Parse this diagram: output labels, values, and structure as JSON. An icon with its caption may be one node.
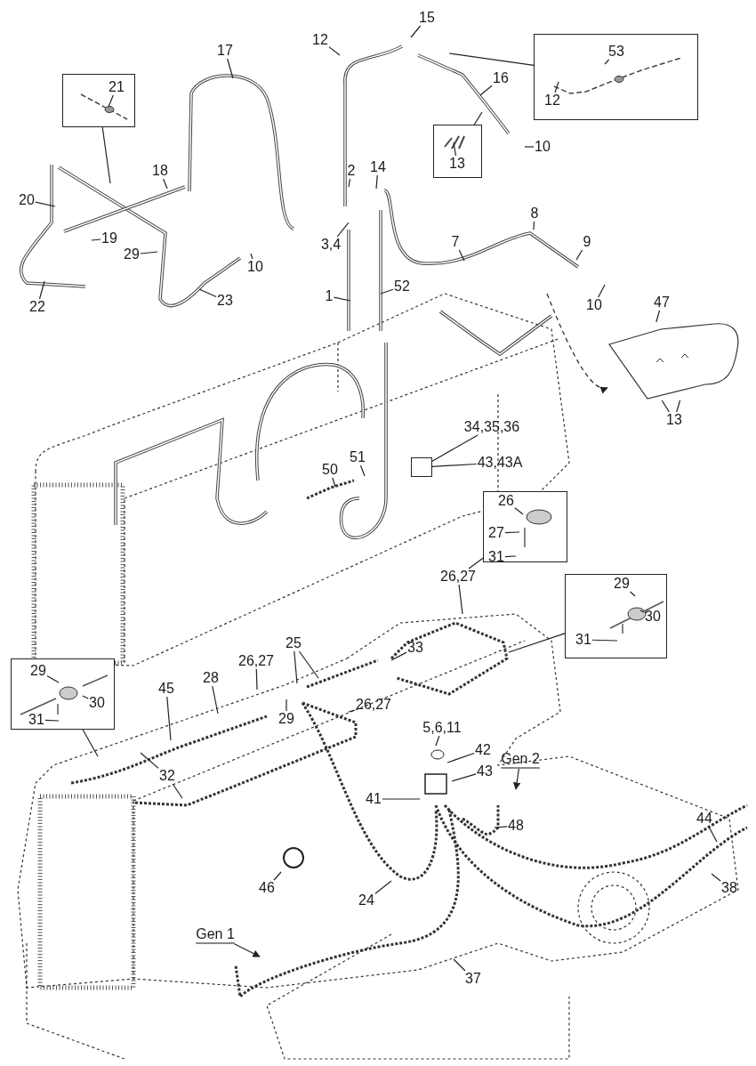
{
  "diagram": {
    "nodes": [
      {
        "text": [
          "15"
        ]
      },
      {
        "text": [
          "12"
        ]
      },
      {
        "text": [
          "17"
        ]
      },
      {
        "text": [],
        "shape": "box"
      },
      {
        "text": [
          "21"
        ],
        "in": 3
      },
      {
        "text": [],
        "shape": "box"
      },
      {
        "text": [
          "53"
        ],
        "in": 5
      },
      {
        "text": [
          "12"
        ],
        "in": 5
      },
      {
        "text": [],
        "shape": "box"
      },
      {
        "text": [
          "13"
        ],
        "in": 8
      },
      {
        "text": [
          "16"
        ]
      },
      {
        "text": [
          "10"
        ]
      },
      {
        "text": [
          "18"
        ]
      },
      {
        "text": [
          "20"
        ]
      },
      {
        "text": [
          "19"
        ]
      },
      {
        "text": [
          "29"
        ]
      },
      {
        "text": [
          "10"
        ]
      },
      {
        "text": [
          "22"
        ]
      },
      {
        "text": [
          "23"
        ]
      },
      {
        "text": [
          "2"
        ]
      },
      {
        "text": [
          "14"
        ]
      },
      {
        "text": [
          "3,4"
        ]
      },
      {
        "text": [
          "8"
        ]
      },
      {
        "text": [
          "9"
        ]
      },
      {
        "text": [
          "7"
        ]
      },
      {
        "text": [
          "1"
        ]
      },
      {
        "text": [
          "52"
        ]
      },
      {
        "text": [
          "10"
        ]
      },
      {
        "text": [
          "47"
        ]
      },
      {
        "text": [],
        "shape": "picture"
      },
      {
        "text": [
          "13"
        ]
      },
      {
        "text": [
          "34,35,36"
        ]
      },
      {
        "text": [
          "43,43A"
        ]
      },
      {
        "text": [
          "50"
        ]
      },
      {
        "text": [
          "51"
        ]
      },
      {
        "text": [],
        "shape": "box"
      },
      {
        "text": [
          "26"
        ],
        "in": 35
      },
      {
        "text": [
          "27"
        ],
        "in": 35
      },
      {
        "text": [
          "31"
        ],
        "in": 35
      },
      {
        "text": [
          "26,27"
        ]
      },
      {
        "text": [],
        "shape": "box"
      },
      {
        "text": [
          "29"
        ],
        "in": 40
      },
      {
        "text": [
          "30"
        ],
        "in": 40
      },
      {
        "text": [
          "31"
        ],
        "in": 40
      },
      {
        "text": [
          "33"
        ]
      },
      {
        "text": [
          "25"
        ]
      },
      {
        "text": [
          "26,27"
        ]
      },
      {
        "text": [
          "26,27"
        ]
      },
      {
        "text": [
          "28"
        ]
      },
      {
        "text": [
          "45"
        ]
      },
      {
        "text": [
          "29"
        ]
      },
      {
        "text": [],
        "shape": "box"
      },
      {
        "text": [
          "29"
        ],
        "in": 51
      },
      {
        "text": [
          "30"
        ],
        "in": 51
      },
      {
        "text": [
          "31"
        ],
        "in": 51
      },
      {
        "text": [
          "32"
        ]
      },
      {
        "text": [
          "5,6,11"
        ]
      },
      {
        "text": [
          "42"
        ]
      },
      {
        "text": [
          "43"
        ]
      },
      {
        "text": [
          "41"
        ]
      },
      {
        "text": [
          "Gen 2"
        ]
      },
      {
        "text": [
          "48"
        ]
      },
      {
        "text": [
          "44"
        ]
      },
      {
        "text": [
          "38"
        ]
      },
      {
        "text": [
          "46"
        ]
      },
      {
        "text": [
          "24"
        ]
      },
      {
        "text": [
          "Gen 1"
        ]
      },
      {
        "text": [
          "37"
        ]
      },
      {
        "text": [],
        "shape": "box"
      }
    ],
    "edges": [
      {
        "from": 0,
        "to": null,
        "arrow": "none"
      },
      {
        "from": 1,
        "to": null,
        "arrow": "none"
      },
      {
        "from": 2,
        "to": null,
        "arrow": "none"
      },
      {
        "from": 3,
        "to": null,
        "arrow": "none"
      },
      {
        "from": 4,
        "to": null,
        "arrow": "none"
      },
      {
        "from": 5,
        "to": null,
        "arrow": "none"
      },
      {
        "from": 6,
        "to": null,
        "arrow": "none"
      },
      {
        "from": 7,
        "to": null,
        "arrow": "none"
      },
      {
        "from": 8,
        "to": null,
        "arrow": "none"
      },
      {
        "from": 9,
        "to": null,
        "arrow": "none"
      },
      {
        "from": 10,
        "to": null,
        "arrow": "none"
      },
      {
        "from": 11,
        "to": null,
        "arrow": "none"
      },
      {
        "from": 12,
        "to": null,
        "arrow": "none"
      },
      {
        "from": 13,
        "to": null,
        "arrow": "none"
      },
      {
        "from": 14,
        "to": null,
        "arrow": "none"
      },
      {
        "from": 15,
        "to": null,
        "arrow": "none"
      },
      {
        "from": 16,
        "to": null,
        "arrow": "none"
      },
      {
        "from": 17,
        "to": null,
        "arrow": "none"
      },
      {
        "from": 18,
        "to": null,
        "arrow": "none"
      },
      {
        "from": 19,
        "to": null,
        "arrow": "none"
      },
      {
        "from": 20,
        "to": null,
        "arrow": "none"
      },
      {
        "from": 21,
        "to": null,
        "arrow": "none"
      },
      {
        "from": 22,
        "to": null,
        "arrow": "none"
      },
      {
        "from": 23,
        "to": null,
        "arrow": "none"
      },
      {
        "from": 24,
        "to": null,
        "arrow": "none"
      },
      {
        "from": 25,
        "to": null,
        "arrow": "none"
      },
      {
        "from": 26,
        "to": null,
        "arrow": "none"
      },
      {
        "from": 27,
        "to": null,
        "arrow": "none"
      },
      {
        "from": 28,
        "to": 29,
        "arrow": "none"
      },
      {
        "from": null,
        "to": 29,
        "arrow": "to",
        "style": "dashed"
      },
      {
        "from": 30,
        "to": 29,
        "arrow": "none"
      },
      {
        "from": 30,
        "to": 29,
        "arrow": "none"
      },
      {
        "from": 31,
        "to": 68,
        "arrow": "none"
      },
      {
        "from": 32,
        "to": 68,
        "arrow": "none"
      },
      {
        "from": 33,
        "to": null,
        "arrow": "none"
      },
      {
        "from": 34,
        "to": null,
        "arrow": "none"
      },
      {
        "from": 36,
        "to": null,
        "arrow": "none"
      },
      {
        "from": 37,
        "to": null,
        "arrow": "none"
      },
      {
        "from": 38,
        "to": null,
        "arrow": "none"
      },
      {
        "from": 35,
        "to": 39,
        "arrow": "none"
      },
      {
        "from": 39,
        "to": null,
        "arrow": "none"
      },
      {
        "from": 40,
        "to": null,
        "arrow": "none"
      },
      {
        "from": 41,
        "to": null,
        "arrow": "none"
      },
      {
        "from": 42,
        "to": null,
        "arrow": "none"
      },
      {
        "from": 43,
        "to": null,
        "arrow": "none"
      },
      {
        "from": 44,
        "to": null,
        "arrow": "none"
      },
      {
        "from": 45,
        "to": null,
        "arrow": "none"
      },
      {
        "from": 45,
        "to": null,
        "arrow": "none"
      },
      {
        "from": 46,
        "to": null,
        "arrow": "none"
      },
      {
        "from": 47,
        "to": null,
        "arrow": "none"
      },
      {
        "from": 48,
        "to": null,
        "arrow": "none"
      },
      {
        "from": 49,
        "to": null,
        "arrow": "none"
      },
      {
        "from": 50,
        "to": null,
        "arrow": "none"
      },
      {
        "from": 51,
        "to": null,
        "arrow": "none"
      },
      {
        "from": 52,
        "to": null,
        "arrow": "none"
      },
      {
        "from": 53,
        "to": null,
        "arrow": "none"
      },
      {
        "from": 54,
        "to": null,
        "arrow": "none"
      },
      {
        "from": 55,
        "to": null,
        "arrow": "none"
      },
      {
        "from": 55,
        "to": null,
        "arrow": "none"
      },
      {
        "from": 56,
        "to": null,
        "arrow": "none"
      },
      {
        "from": 57,
        "to": null,
        "arrow": "none"
      },
      {
        "from": 58,
        "to": null,
        "arrow": "none"
      },
      {
        "from": 59,
        "to": null,
        "arrow": "none"
      },
      {
        "from": 60,
        "to": null,
        "arrow": "to"
      },
      {
        "from": 61,
        "to": null,
        "arrow": "none"
      },
      {
        "from": 62,
        "to": null,
        "arrow": "none"
      },
      {
        "from": 63,
        "to": null,
        "arrow": "none"
      },
      {
        "from": 64,
        "to": null,
        "arrow": "none"
      },
      {
        "from": 65,
        "to": null,
        "arrow": "none"
      },
      {
        "from": 66,
        "to": null,
        "arrow": "to"
      },
      {
        "from": 67,
        "to": null,
        "arrow": "none"
      }
    ]
  }
}
